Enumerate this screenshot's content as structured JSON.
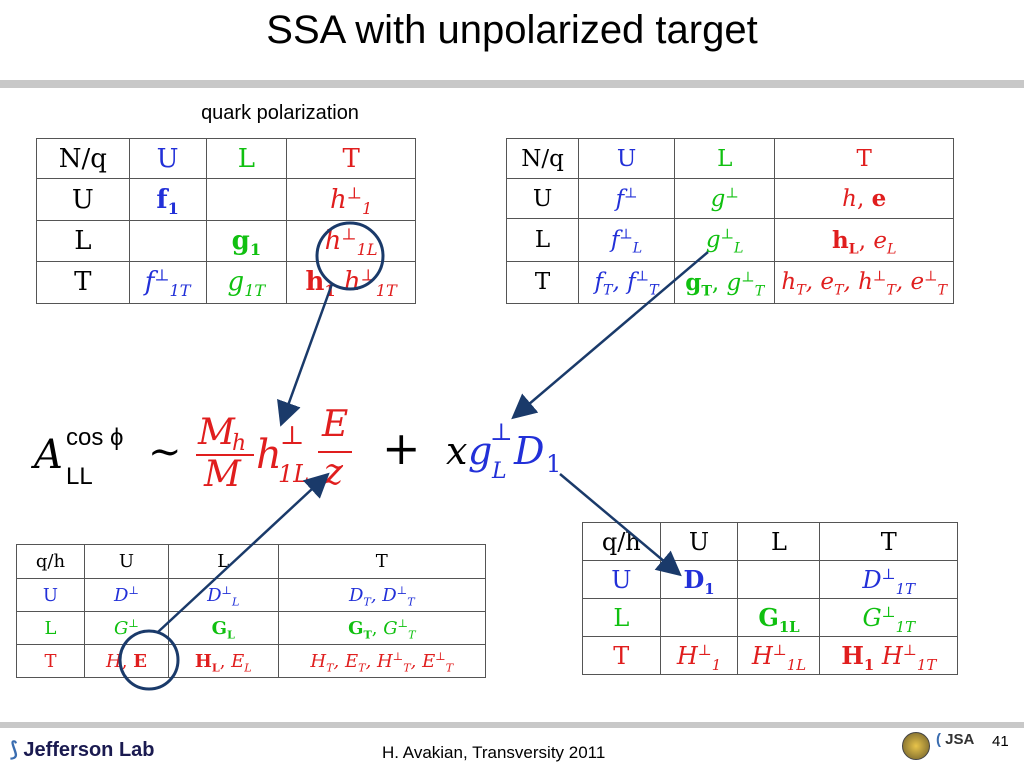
{
  "title": "SSA with unpolarized  target",
  "quark_polarization_label": "quark polarization",
  "tables": {
    "t1": {
      "corner": "N/q",
      "cols": [
        "U",
        "L",
        "T"
      ],
      "rows": [
        "U",
        "L",
        "T"
      ]
    },
    "t2": {
      "corner": "N/q",
      "cols": [
        "U",
        "L",
        "T"
      ],
      "rows": [
        "U",
        "L",
        "T"
      ]
    },
    "t3": {
      "corner": "q/h",
      "cols": [
        "U",
        "L",
        "T"
      ],
      "rows": [
        "U",
        "L",
        "T"
      ]
    },
    "t4": {
      "corner": "q/h",
      "cols": [
        "U",
        "L",
        "T"
      ],
      "rows": [
        "U",
        "L",
        "T"
      ]
    }
  },
  "formula": {
    "lhs_A": "A",
    "lhs_sup": "cos ϕ",
    "lhs_sub": "LL",
    "sim": "∼",
    "frac1_num": "M",
    "frac1_num_sub": "h",
    "frac1_den": "M",
    "h": "h",
    "h_sup": "⊥",
    "h_sub": "1L",
    "frac2_num": "E",
    "frac2_den": "z",
    "plus": "+",
    "x": "x",
    "g": "g",
    "g_sup": "⊥",
    "g_sub": "L",
    "D": "D",
    "D_sub": "1"
  },
  "footer": {
    "logo_text": "Jefferson Lab",
    "author": "H. Avakian, Transversity 2011",
    "page_number": "41",
    "jsa_text": "JSA"
  },
  "colors": {
    "blue": "#2230d8",
    "green": "#10c010",
    "red": "#e01e1e",
    "arrow": "#1a3a6a"
  }
}
